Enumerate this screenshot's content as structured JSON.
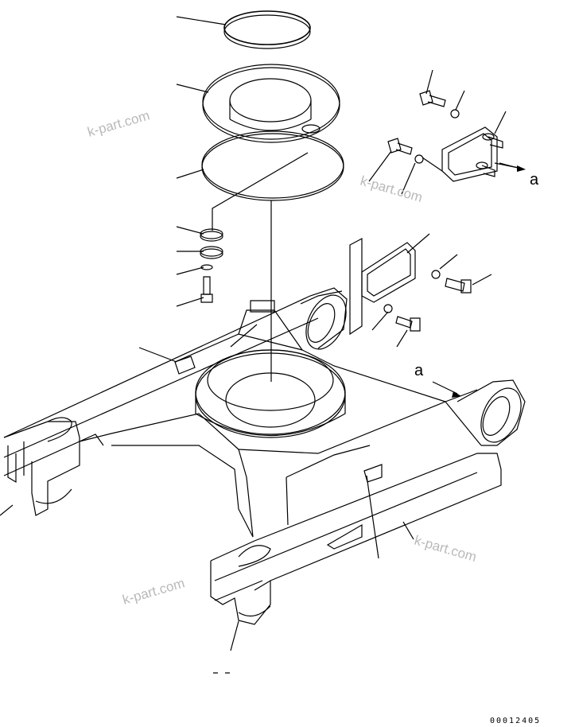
{
  "watermark": "k-part.com",
  "view_label": "a",
  "drawing_number": "00012405"
}
